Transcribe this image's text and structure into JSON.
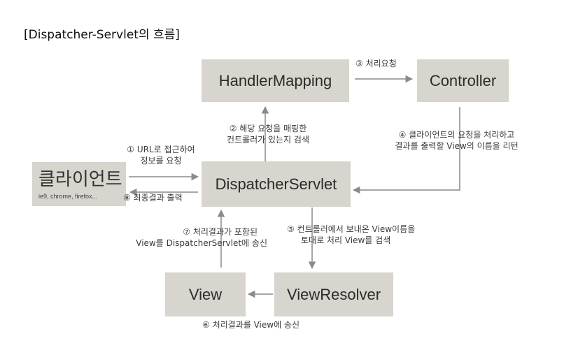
{
  "title": "[Dispatcher-Servlet의 흐름]",
  "nodes": {
    "handler_mapping": "HandlerMapping",
    "controller": "Controller",
    "client": "클라이언트",
    "client_sub": "ie9, chrome, firefox...",
    "dispatcher_servlet": "DispatcherServlet",
    "view": "View",
    "view_resolver": "ViewResolver"
  },
  "steps": {
    "s1_line1": "① URL로 접근하여",
    "s1_line2": "정보를 요청",
    "s2_line1": "② 해당 요청을 매핑한",
    "s2_line2": "컨트롤러가 있는지 검색",
    "s3": "③ 처리요청",
    "s4_line1": "④ 클라이언트의 요청을 처리하고",
    "s4_line2": "결과를 출력할 View의 이름을 리턴",
    "s5_line1": "⑤ 컨트롤러에서 보내온 View이름을",
    "s5_line2": "토대로 처리 View를 검색",
    "s6": "⑥ 처리결과를 View에 송신",
    "s7_line1": "⑦ 처리결과가 포함된",
    "s7_line2": "View를 DispatcherServlet에 송신",
    "s8": "⑧ 최종결과 출력"
  },
  "colors": {
    "box_fill": "#d7d5cd",
    "arrow": "#8a8a8a",
    "text": "#333333"
  }
}
